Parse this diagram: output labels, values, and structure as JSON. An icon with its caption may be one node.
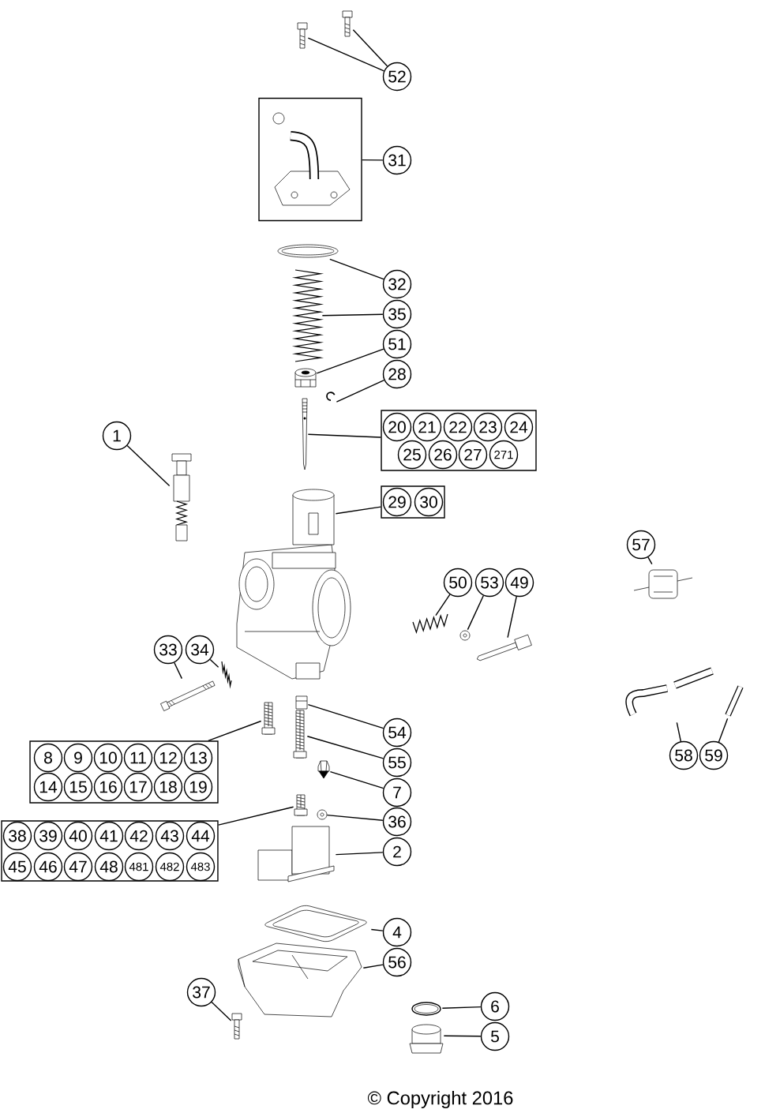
{
  "diagram": {
    "nodes": [
      {
        "text": [
          "52"
        ]
      },
      {
        "text": [],
        "shape": "picture"
      },
      {
        "text": [],
        "shape": "picture"
      },
      {
        "text": [],
        "shape": "box"
      },
      {
        "text": [],
        "shape": "picture",
        "in": 3
      },
      {
        "text": [
          "31"
        ]
      },
      {
        "text": [],
        "shape": "picture"
      },
      {
        "text": [
          "32"
        ]
      },
      {
        "text": [],
        "shape": "picture"
      },
      {
        "text": [
          "35"
        ]
      },
      {
        "text": [],
        "shape": "picture"
      },
      {
        "text": [
          "51"
        ]
      },
      {
        "text": [],
        "shape": "picture"
      },
      {
        "text": [
          "28"
        ]
      },
      {
        "text": [],
        "shape": "box"
      },
      {
        "text": [
          "20"
        ],
        "in": 14
      },
      {
        "text": [
          "21"
        ],
        "in": 14
      },
      {
        "text": [
          "22"
        ],
        "in": 14
      },
      {
        "text": [
          "23"
        ],
        "in": 14
      },
      {
        "text": [
          "24"
        ],
        "in": 14
      },
      {
        "text": [
          "25"
        ],
        "in": 14
      },
      {
        "text": [
          "26"
        ],
        "in": 14
      },
      {
        "text": [
          "27"
        ],
        "in": 14
      },
      {
        "text": [
          "271"
        ],
        "in": 14
      },
      {
        "text": [],
        "shape": "picture"
      },
      {
        "text": [
          "1"
        ]
      },
      {
        "text": [],
        "shape": "picture"
      },
      {
        "text": [],
        "shape": "box"
      },
      {
        "text": [
          "29"
        ],
        "in": 27
      },
      {
        "text": [
          "30"
        ],
        "in": 27
      },
      {
        "text": [],
        "shape": "picture"
      },
      {
        "text": [
          "57"
        ]
      },
      {
        "text": [],
        "shape": "picture"
      },
      {
        "text": [
          "50"
        ]
      },
      {
        "text": [
          "53"
        ]
      },
      {
        "text": [
          "49"
        ]
      },
      {
        "text": [],
        "shape": "picture"
      },
      {
        "text": [],
        "shape": "picture"
      },
      {
        "text": [],
        "shape": "picture"
      },
      {
        "text": [
          "33"
        ]
      },
      {
        "text": [
          "34"
        ]
      },
      {
        "text": [],
        "shape": "picture"
      },
      {
        "text": [],
        "shape": "picture"
      },
      {
        "text": [],
        "shape": "picture"
      },
      {
        "text": [],
        "shape": "picture"
      },
      {
        "text": [
          "58"
        ]
      },
      {
        "text": [
          "59"
        ]
      },
      {
        "text": [],
        "shape": "box"
      },
      {
        "text": [
          "8"
        ],
        "in": 47
      },
      {
        "text": [
          "9"
        ],
        "in": 47
      },
      {
        "text": [
          "10"
        ],
        "in": 47
      },
      {
        "text": [
          "11"
        ],
        "in": 47
      },
      {
        "text": [
          "12"
        ],
        "in": 47
      },
      {
        "text": [
          "13"
        ],
        "in": 47
      },
      {
        "text": [
          "14"
        ],
        "in": 47
      },
      {
        "text": [
          "15"
        ],
        "in": 47
      },
      {
        "text": [
          "16"
        ],
        "in": 47
      },
      {
        "text": [
          "17"
        ],
        "in": 47
      },
      {
        "text": [
          "18"
        ],
        "in": 47
      },
      {
        "text": [
          "19"
        ],
        "in": 47
      },
      {
        "text": [],
        "shape": "picture"
      },
      {
        "text": [],
        "shape": "picture"
      },
      {
        "text": [
          "54"
        ]
      },
      {
        "text": [],
        "shape": "picture"
      },
      {
        "text": [
          "55"
        ]
      },
      {
        "text": [],
        "shape": "picture"
      },
      {
        "text": [
          "7"
        ]
      },
      {
        "text": [],
        "shape": "picture"
      },
      {
        "text": [
          "36"
        ]
      },
      {
        "text": [],
        "shape": "box"
      },
      {
        "text": [
          "38"
        ],
        "in": 69
      },
      {
        "text": [
          "39"
        ],
        "in": 69
      },
      {
        "text": [
          "40"
        ],
        "in": 69
      },
      {
        "text": [
          "41"
        ],
        "in": 69
      },
      {
        "text": [
          "42"
        ],
        "in": 69
      },
      {
        "text": [
          "43"
        ],
        "in": 69
      },
      {
        "text": [
          "44"
        ],
        "in": 69
      },
      {
        "text": [
          "45"
        ],
        "in": 69
      },
      {
        "text": [
          "46"
        ],
        "in": 69
      },
      {
        "text": [
          "47"
        ],
        "in": 69
      },
      {
        "text": [
          "48"
        ],
        "in": 69
      },
      {
        "text": [
          "481"
        ],
        "in": 69
      },
      {
        "text": [
          "482"
        ],
        "in": 69
      },
      {
        "text": [
          "483"
        ],
        "in": 69
      },
      {
        "text": [],
        "shape": "picture"
      },
      {
        "text": [],
        "shape": "picture"
      },
      {
        "text": [
          "2"
        ]
      },
      {
        "text": [],
        "shape": "picture"
      },
      {
        "text": [
          "4"
        ]
      },
      {
        "text": [],
        "shape": "picture"
      },
      {
        "text": [
          "56"
        ]
      },
      {
        "text": [
          "37"
        ]
      },
      {
        "text": [],
        "shape": "picture"
      },
      {
        "text": [],
        "shape": "picture"
      },
      {
        "text": [
          "6"
        ]
      },
      {
        "text": [],
        "shape": "picture"
      },
      {
        "text": [
          "5"
        ]
      }
    ],
    "edges": [
      {
        "from": 0,
        "to": 1,
        "arrow": "none"
      },
      {
        "from": 0,
        "to": 2,
        "arrow": "none"
      },
      {
        "from": 5,
        "to": 3,
        "arrow": "none"
      },
      {
        "from": 7,
        "to": 6,
        "arrow": "none"
      },
      {
        "from": 9,
        "to": 8,
        "arrow": "none"
      },
      {
        "from": 11,
        "to": 10,
        "arrow": "none"
      },
      {
        "from": 13,
        "to": 12,
        "arrow": "none"
      },
      {
        "from": 14,
        "to": 24,
        "arrow": "none"
      },
      {
        "from": 25,
        "to": 26,
        "arrow": "none"
      },
      {
        "from": 27,
        "to": 30,
        "arrow": "none"
      },
      {
        "from": 31,
        "to": 32,
        "arrow": "none"
      },
      {
        "from": 33,
        "to": 36,
        "arrow": "none"
      },
      {
        "from": 34,
        "to": 37,
        "arrow": "none"
      },
      {
        "from": 35,
        "to": 38,
        "arrow": "none"
      },
      {
        "from": 39,
        "to": 41,
        "arrow": "none"
      },
      {
        "from": 40,
        "to": 42,
        "arrow": "none"
      },
      {
        "from": 45,
        "to": 43,
        "arrow": "none"
      },
      {
        "from": 46,
        "to": 44,
        "arrow": "none"
      },
      {
        "from": 47,
        "to": 60,
        "arrow": "none"
      },
      {
        "from": 62,
        "to": 61,
        "arrow": "none"
      },
      {
        "from": 64,
        "to": 63,
        "arrow": "none"
      },
      {
        "from": 66,
        "to": 65,
        "arrow": "none"
      },
      {
        "from": 68,
        "to": 67,
        "arrow": "none"
      },
      {
        "from": 69,
        "to": 84,
        "arrow": "none"
      },
      {
        "from": 86,
        "to": 85,
        "arrow": "none"
      },
      {
        "from": 88,
        "to": 87,
        "arrow": "none"
      },
      {
        "from": 90,
        "to": 89,
        "arrow": "none"
      },
      {
        "from": 91,
        "to": 92,
        "arrow": "none"
      },
      {
        "from": 94,
        "to": 93,
        "arrow": "none"
      },
      {
        "from": 96,
        "to": 95,
        "arrow": "none"
      }
    ],
    "labels": [
      "© Copyright 2016"
    ]
  }
}
